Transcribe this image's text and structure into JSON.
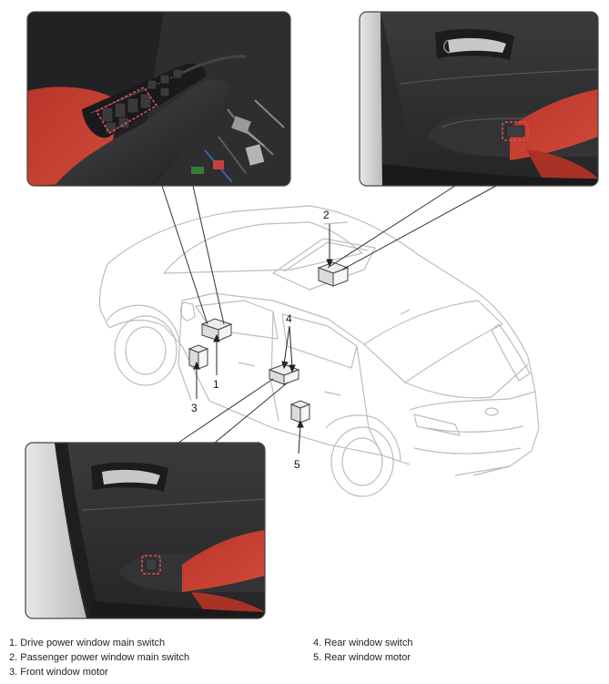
{
  "callouts": [
    {
      "num": "1",
      "label": "Drive power window main switch"
    },
    {
      "num": "2",
      "label": "Passenger power window main switch"
    },
    {
      "num": "3",
      "label": "Front window motor"
    },
    {
      "num": "4",
      "label": "Rear window switch"
    },
    {
      "num": "5",
      "label": "Rear window motor"
    }
  ],
  "legend": {
    "item1": "1. Drive power window main switch",
    "item2": "2. Passenger power window main switch",
    "item3": "3. Front window motor",
    "item4": "4. Rear window switch",
    "item5": "5. Rear window motor"
  },
  "colors": {
    "trim_red": "#c0392b",
    "panel_dark": "#2b2b2d",
    "highlight_dash": "#e05050",
    "car_line": "#bdbdbd"
  }
}
